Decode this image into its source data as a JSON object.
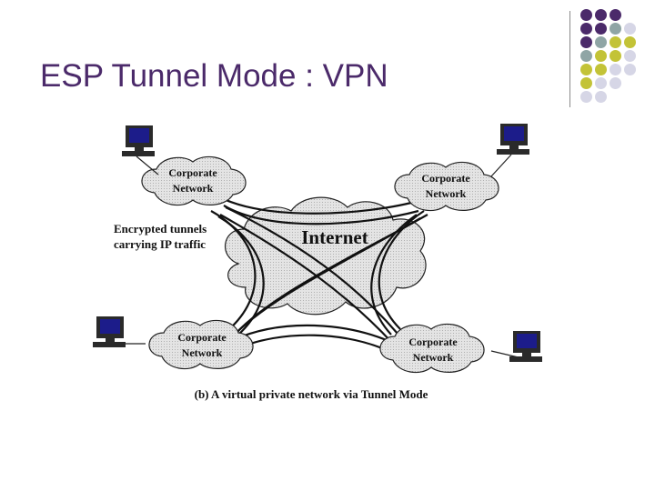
{
  "slide": {
    "title": "ESP Tunnel Mode : VPN"
  },
  "decoration": {
    "dot_colors": {
      "purple": "#4b2a6a",
      "teal": "#8fa5a5",
      "olive": "#c3c337",
      "lavender": "#d6d6e6"
    }
  },
  "diagram": {
    "internet_label": "Internet",
    "network_label_line1": "Corporate",
    "network_label_line2": "Network",
    "tunnel_label_line1": "Encrypted tunnels",
    "tunnel_label_line2": "carrying IP traffic",
    "caption": "(b) A virtual private network via Tunnel Mode"
  }
}
